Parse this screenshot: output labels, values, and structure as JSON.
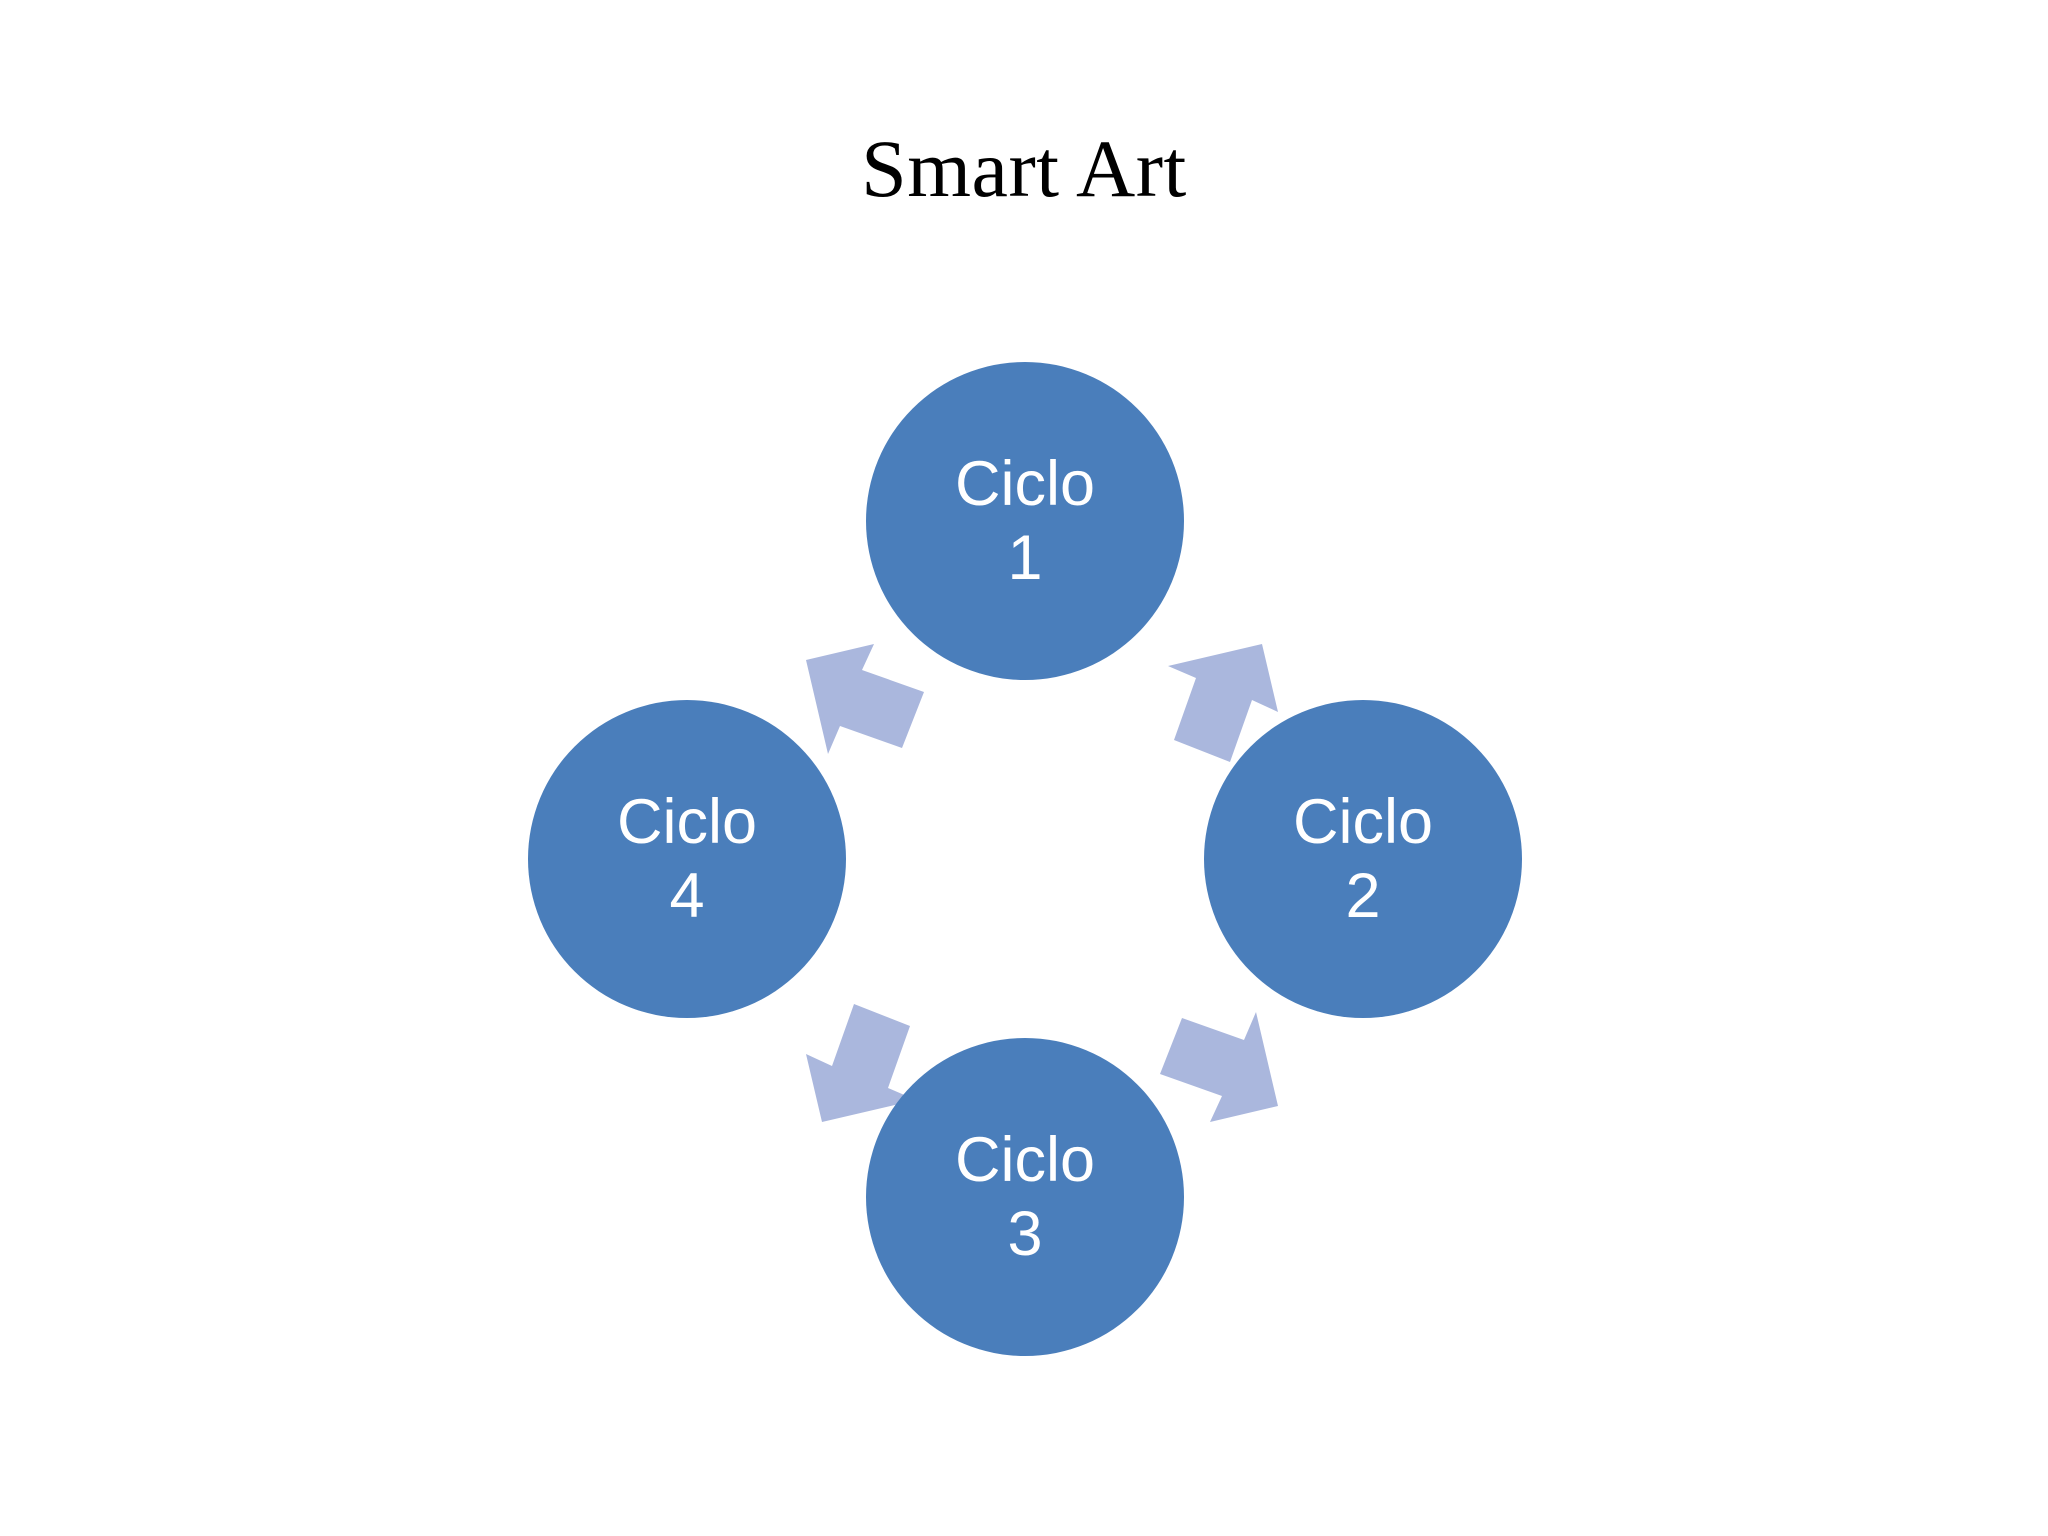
{
  "slide": {
    "title": "Smart Art",
    "background_color": "#ffffff"
  },
  "diagram": {
    "kind": "smartart-basic-cycle",
    "node_color": "#4a7ebb",
    "node_text_color": "#ffffff",
    "arrow_color": "#aab7dd",
    "nodes": [
      {
        "label": "Ciclo",
        "index": "1",
        "position": "top",
        "name": "ciclo-1"
      },
      {
        "label": "Ciclo",
        "index": "2",
        "position": "right",
        "name": "ciclo-2"
      },
      {
        "label": "Ciclo",
        "index": "3",
        "position": "bottom",
        "name": "ciclo-3"
      },
      {
        "label": "Ciclo",
        "index": "4",
        "position": "left",
        "name": "ciclo-4"
      }
    ],
    "arrows": [
      {
        "from": "Ciclo 1",
        "to": "Ciclo 2",
        "direction": "down-right",
        "icon": "cycle-arrow-icon"
      },
      {
        "from": "Ciclo 2",
        "to": "Ciclo 3",
        "direction": "down-left",
        "icon": "cycle-arrow-icon"
      },
      {
        "from": "Ciclo 3",
        "to": "Ciclo 4",
        "direction": "up-left",
        "icon": "cycle-arrow-icon"
      },
      {
        "from": "Ciclo 4",
        "to": "Ciclo 1",
        "direction": "up-right",
        "icon": "cycle-arrow-icon"
      }
    ]
  }
}
